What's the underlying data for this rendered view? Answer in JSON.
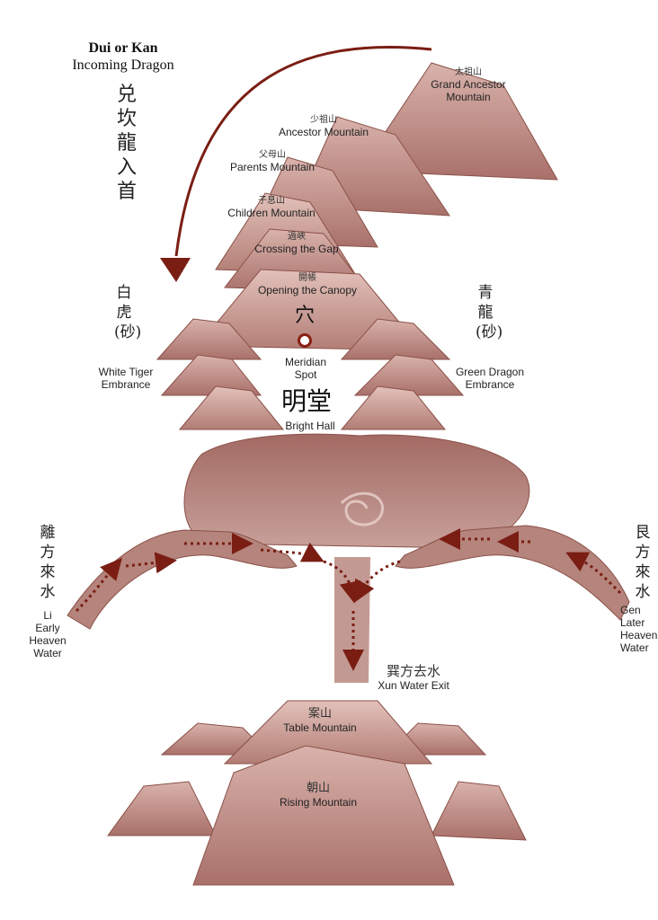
{
  "incoming": {
    "title": "Dui or Kan",
    "subtitle": "Incoming Dragon",
    "chinese": "兑坎龍入首"
  },
  "mountains": {
    "grand_ancestor": {
      "zh": "太祖山",
      "en_line1": "Grand Ancestor",
      "en_line2": "Mountain"
    },
    "ancestor": {
      "zh": "少祖山",
      "en": "Ancestor Mountain"
    },
    "parents": {
      "zh": "父母山",
      "en": "Parents Mountain"
    },
    "children": {
      "zh": "子息山",
      "en": "Children Mountain"
    },
    "crossing": {
      "zh": "過峽",
      "en": "Crossing the Gap"
    },
    "canopy": {
      "zh": "開帳",
      "en": "Opening the Canopy"
    },
    "spot_zh": "穴",
    "spot_line1": "Meridian",
    "spot_line2": "Spot",
    "hall_zh": "明堂",
    "hall_en": "Bright Hall"
  },
  "tiger": {
    "zh": "白虎(砂)",
    "en_line1": "White Tiger",
    "en_line2": "Embrance"
  },
  "dragon": {
    "zh": "青龍(砂)",
    "en_line1": "Green Dragon",
    "en_line2": "Embrance"
  },
  "water": {
    "li_zh": "離方來水",
    "li_en": [
      "Li",
      "Early",
      "Heaven",
      "Water"
    ],
    "gen_zh": "艮方來水",
    "gen_en": [
      "Gen",
      "Later",
      "Heaven",
      "Water"
    ],
    "exit_zh": "巽方去水",
    "exit_en": "Xun Water Exit"
  },
  "front": {
    "table": {
      "zh": "案山",
      "en": "Table Mountain"
    },
    "rising": {
      "zh": "朝山",
      "en": "Rising Mountain"
    }
  },
  "colors": {
    "mountain": "#c4948c",
    "mountain_dark": "#8a5148",
    "arrow": "#7a1e14",
    "water": "#b5847c"
  }
}
